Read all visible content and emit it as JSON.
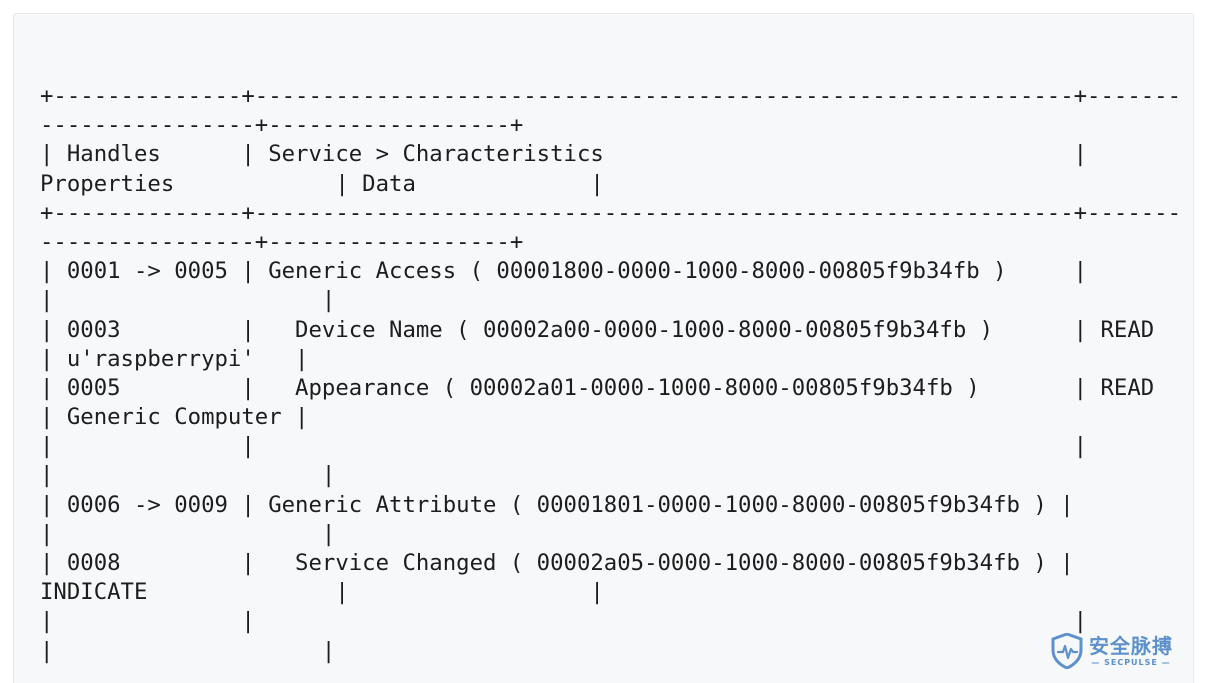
{
  "code_block": {
    "lines": [
      "+--------------+-------------------------------------------------------------+-------",
      "----------------+------------------+",
      "| Handles      | Service > Characteristics                                   |",
      "Properties            | Data             |",
      "+--------------+-------------------------------------------------------------+-------",
      "----------------+------------------+",
      "| 0001 -> 0005 | Generic Access ( 00001800-0000-1000-8000-00805f9b34fb )     |",
      "|                    |",
      "| 0003         |   Device Name ( 00002a00-0000-1000-8000-00805f9b34fb )      | READ",
      "| u'raspberrypi'   |",
      "| 0005         |   Appearance ( 00002a01-0000-1000-8000-00805f9b34fb )       | READ",
      "| Generic Computer |",
      "|              |                                                             |",
      "|                    |",
      "| 0006 -> 0009 | Generic Attribute ( 00001801-0000-1000-8000-00805f9b34fb ) |",
      "|                    |",
      "| 0008         |   Service Changed ( 00002a05-0000-1000-8000-00805f9b34fb ) |",
      "INDICATE              |                  |",
      "|              |                                                             |",
      "|                    |"
    ]
  },
  "watermark": {
    "cn_text": "安全脉搏",
    "en_text": "— SECPULSE —",
    "color": "#4d86c6"
  }
}
